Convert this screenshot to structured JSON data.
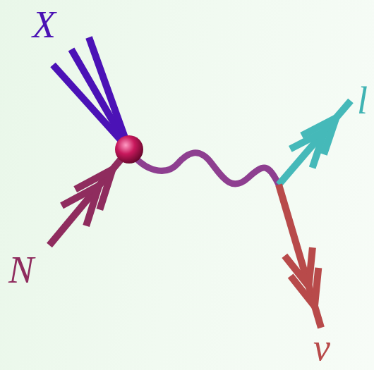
{
  "diagram": {
    "labels": [
      "X",
      "N",
      "l",
      "ν"
    ]
  }
}
